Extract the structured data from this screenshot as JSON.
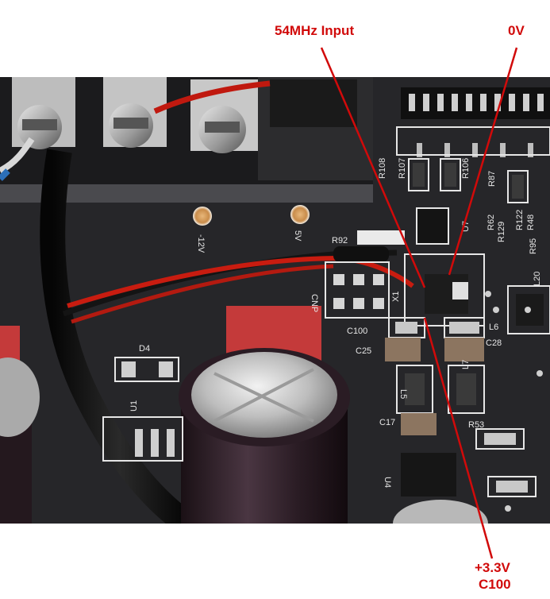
{
  "annotations": {
    "color": "#d10a0a",
    "input_label": "54MHz Input",
    "ground_label": "0V",
    "supply_label": "+3.3V",
    "supply_component": "C100"
  },
  "pcb": {
    "board_color": "#262629",
    "silkscreen_color": "#e6e6e6",
    "marks": {
      "d4": "D4",
      "u1": "U1",
      "cnp": "CNP",
      "neg12v": "-12V",
      "pos5v": "5V",
      "r92": "R92",
      "x1": "X1",
      "c100": "C100",
      "c25": "C25",
      "c28": "C28",
      "l6": "L6",
      "l5": "L5",
      "l7": "L7",
      "c17": "C17",
      "u4": "U4",
      "r53": "R53",
      "r108": "R108",
      "r107": "R107",
      "r106": "R106",
      "r87": "R87",
      "u7": "U7",
      "r122": "R122",
      "r129": "R129",
      "r62": "R62",
      "r95": "R95",
      "l20": "L20",
      "r48": "R48"
    }
  }
}
